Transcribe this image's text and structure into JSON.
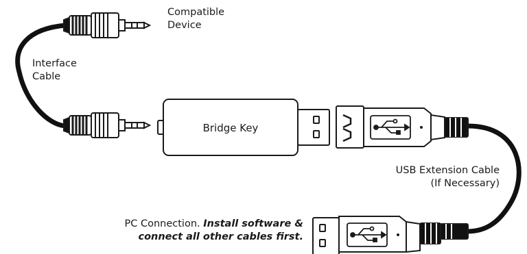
{
  "labels": {
    "compatible_device": [
      "Compatible",
      "Device"
    ],
    "interface_cable": [
      "Interface",
      "Cable"
    ],
    "bridge_key": "Bridge Key",
    "usb_extension": [
      "USB Extension Cable",
      "(If Necessary)"
    ],
    "pc_connection": {
      "prefix": "PC Connection. ",
      "emphasis_line1": "Install software &",
      "emphasis_line2": "connect all other cables first."
    }
  },
  "colors": {
    "stroke": "#1a1a1a",
    "cable": "#111111",
    "background": "#ffffff"
  },
  "icons": [
    "audio-plug-icon",
    "usb-trident-icon",
    "usb-plug-icon"
  ]
}
